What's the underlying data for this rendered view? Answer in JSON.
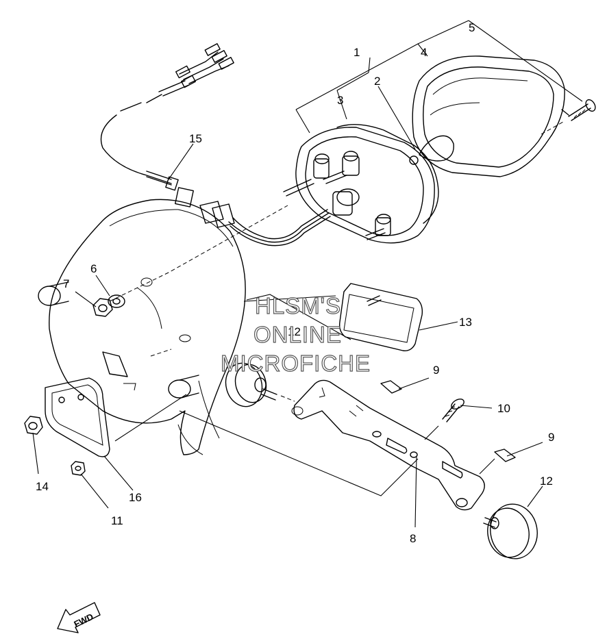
{
  "callouts": [
    {
      "id": "c1",
      "text": "1"
    },
    {
      "id": "c2",
      "text": "2"
    },
    {
      "id": "c3",
      "text": "3"
    },
    {
      "id": "c4",
      "text": "4"
    },
    {
      "id": "c5",
      "text": "5"
    },
    {
      "id": "c6",
      "text": "6"
    },
    {
      "id": "c7",
      "text": "7"
    },
    {
      "id": "c8",
      "text": "8"
    },
    {
      "id": "c9a",
      "text": "9"
    },
    {
      "id": "c9b",
      "text": "9"
    },
    {
      "id": "c10",
      "text": "10"
    },
    {
      "id": "c11",
      "text": "11"
    },
    {
      "id": "c12a",
      "text": "12"
    },
    {
      "id": "c12b",
      "text": "12"
    },
    {
      "id": "c13",
      "text": "13"
    },
    {
      "id": "c14",
      "text": "14"
    },
    {
      "id": "c15",
      "text": "15"
    },
    {
      "id": "c16",
      "text": "16"
    }
  ],
  "watermark": {
    "line1": "HLSM'S",
    "line2": "ONLINE",
    "line3": "MICROFICHE"
  },
  "direction_arrow": {
    "label": "FWD"
  }
}
